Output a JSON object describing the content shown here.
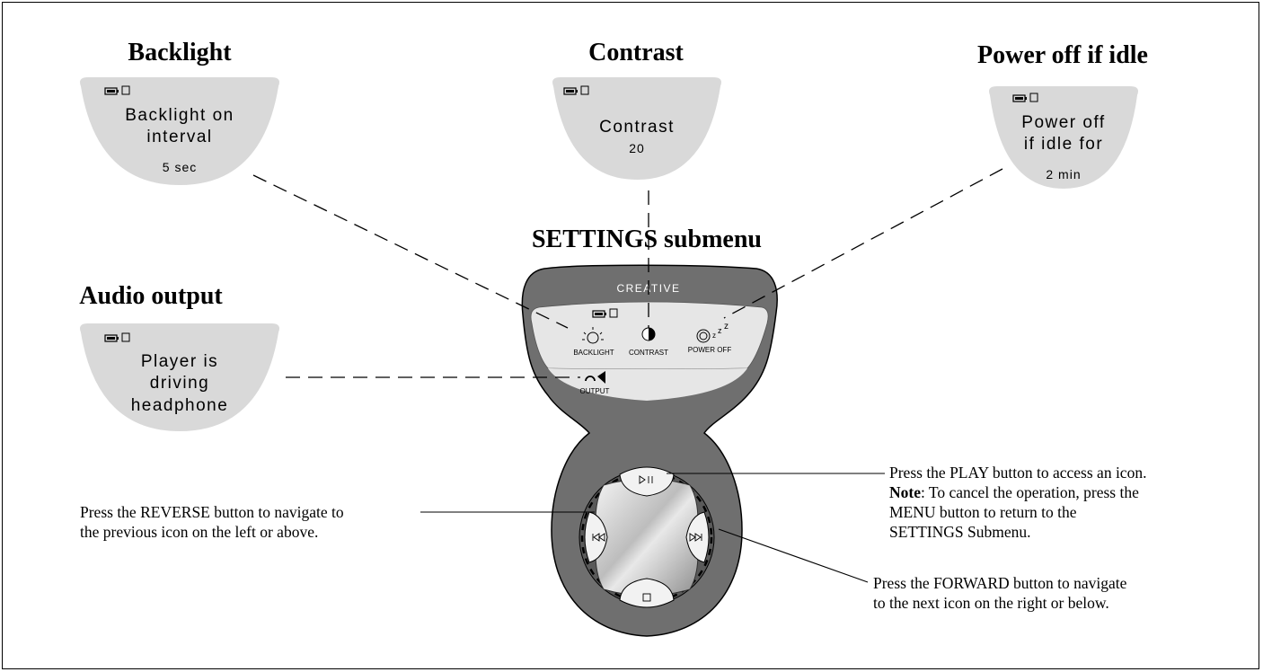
{
  "panels": {
    "backlight": {
      "heading": "Backlight",
      "screen_line1": "Backlight on",
      "screen_line2": "interval",
      "screen_value": "5 sec"
    },
    "contrast": {
      "heading": "Contrast",
      "screen_line1": "Contrast",
      "screen_value": "20"
    },
    "power_off": {
      "heading": "Power off if idle",
      "screen_line1": "Power off",
      "screen_line2": "if idle for",
      "screen_value": "2 min"
    },
    "audio_output": {
      "heading": "Audio output",
      "screen_line1": "Player is",
      "screen_line2": "driving",
      "screen_line3": "headphone"
    }
  },
  "device": {
    "submenu_title": "SETTINGS submenu",
    "brand": "CREATIVE",
    "icons": {
      "backlight": "BACKLIGHT",
      "contrast": "CONTRAST",
      "power_off": "POWER OFF",
      "output": "OUTPUT"
    }
  },
  "callouts": {
    "reverse_line1": "Press the REVERSE button to navigate to",
    "reverse_line2": "the previous icon on the left or above.",
    "play_line1": "Press the PLAY button to access an icon.",
    "play_note_label": "Note",
    "play_line2_rest": ": To cancel the operation, press the",
    "play_line3": "MENU button to return to the",
    "play_line4": "SETTINGS Submenu.",
    "forward_line1": "Press the FORWARD button to navigate",
    "forward_line2": "to the next icon on the right or below."
  }
}
